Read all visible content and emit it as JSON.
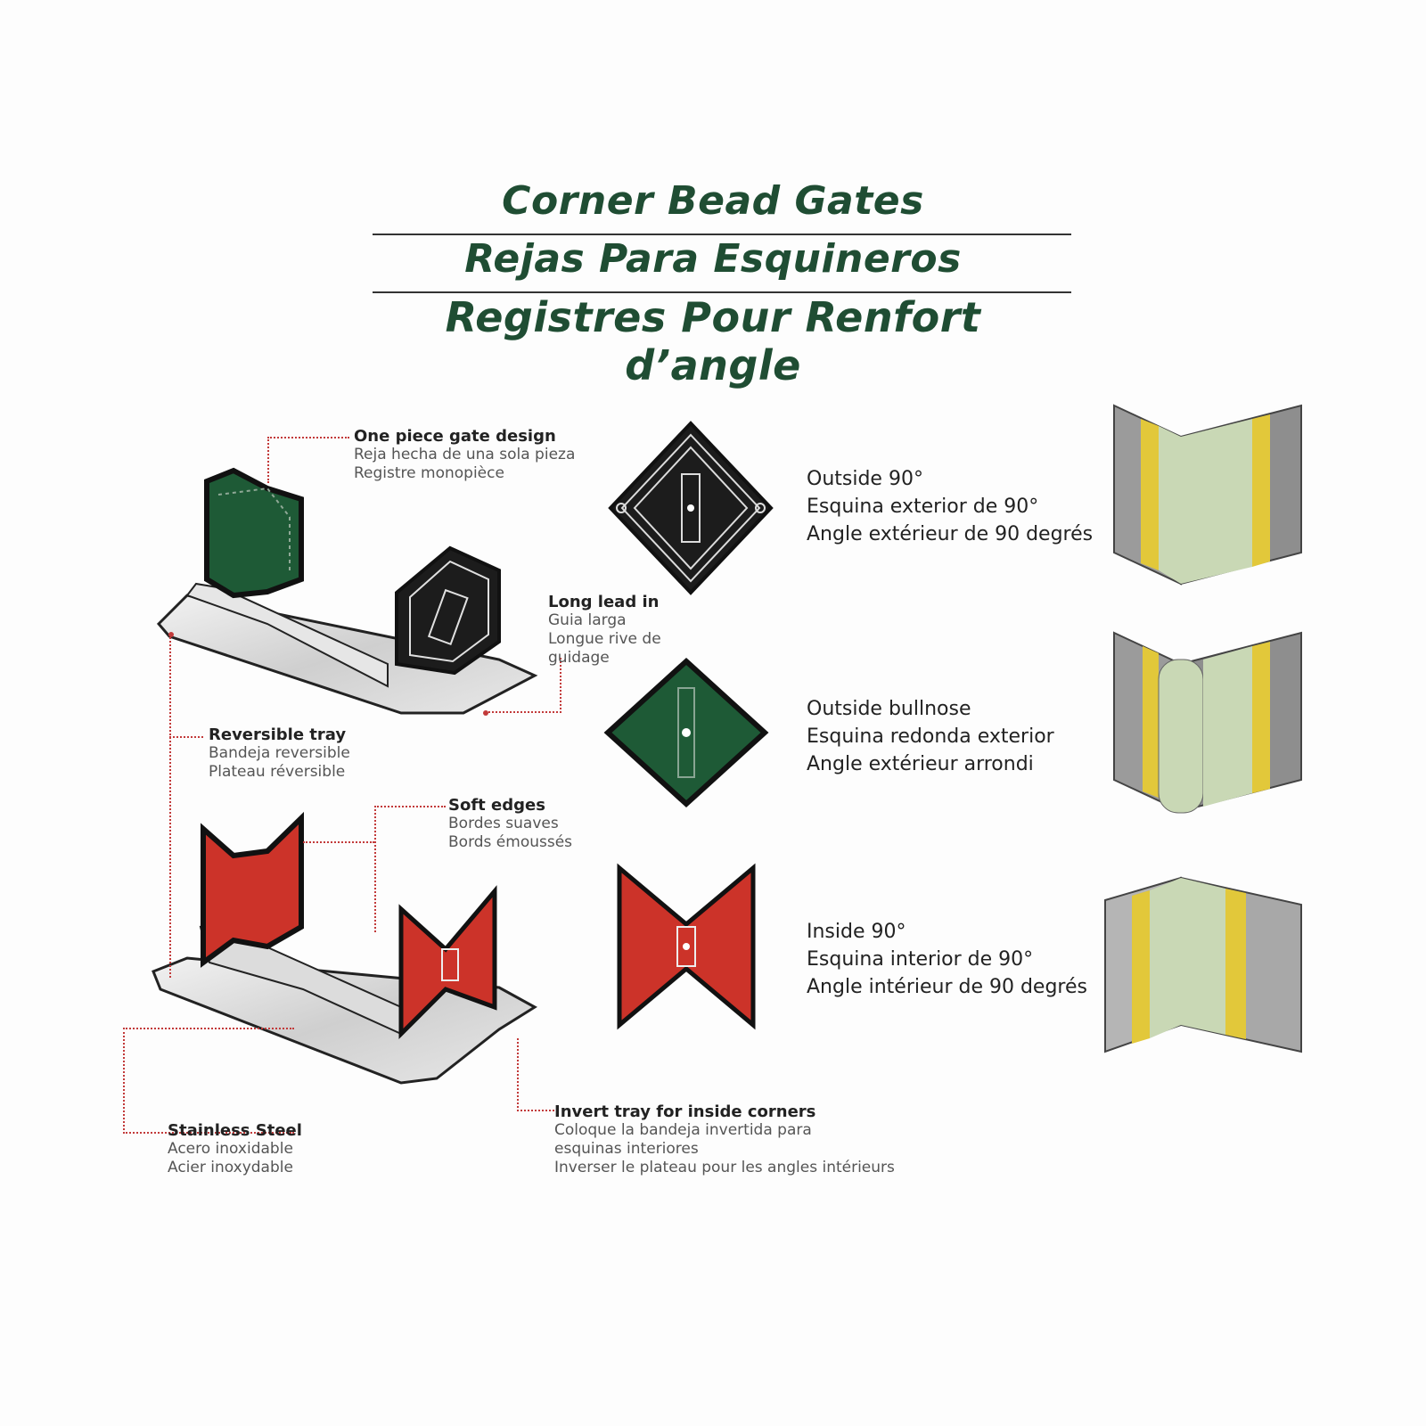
{
  "titles": {
    "en": "Corner Bead Gates",
    "es": "Rejas Para Esquineros",
    "fr": "Registres Pour Renfort d’angle"
  },
  "callouts": {
    "one_piece": {
      "en": "One piece gate design",
      "es": "Reja hecha de una sola pieza",
      "fr": "Registre monopièce"
    },
    "long_lead": {
      "en": "Long lead in",
      "es": "Guia larga",
      "fr": "Longue rive de",
      "fr2": "guidage"
    },
    "reversible": {
      "en": "Reversible tray",
      "es": "Bandeja reversible",
      "fr": "Plateau réversible"
    },
    "soft_edges": {
      "en": "Soft edges",
      "es": "Bordes suaves",
      "fr": "Bords émoussés"
    },
    "stainless": {
      "en": "Stainless Steel",
      "es": "Acero inoxidable",
      "fr": "Acier inoxydable"
    },
    "invert": {
      "en": "Invert tray for inside corners",
      "es": "Coloque la bandeja invertida para",
      "es2": "esquinas interiores",
      "fr": "Inverser le plateau pour les angles intérieurs"
    }
  },
  "types": [
    {
      "en": "Outside 90°",
      "es": "Esquina exterior de 90°",
      "fr": "Angle extérieur de 90 degrés",
      "color": "#1c1c1c"
    },
    {
      "en": "Outside bullnose",
      "es": "Esquina redonda exterior",
      "fr": "Angle extérieur arrondi",
      "color": "#1e5a36"
    },
    {
      "en": "Inside 90°",
      "es": "Esquina interior de 90°",
      "fr": "Angle intérieur de 90 degrés",
      "color": "#cc3329"
    }
  ],
  "colors": {
    "title": "#1f4d33",
    "green_gate": "#1e5a36",
    "black_gate": "#1c1c1c",
    "red_gate": "#cc3329",
    "tray": "#d4d4d4",
    "drywall_yellow": "#e2c83a",
    "mud_green": "#c9d8b5"
  }
}
